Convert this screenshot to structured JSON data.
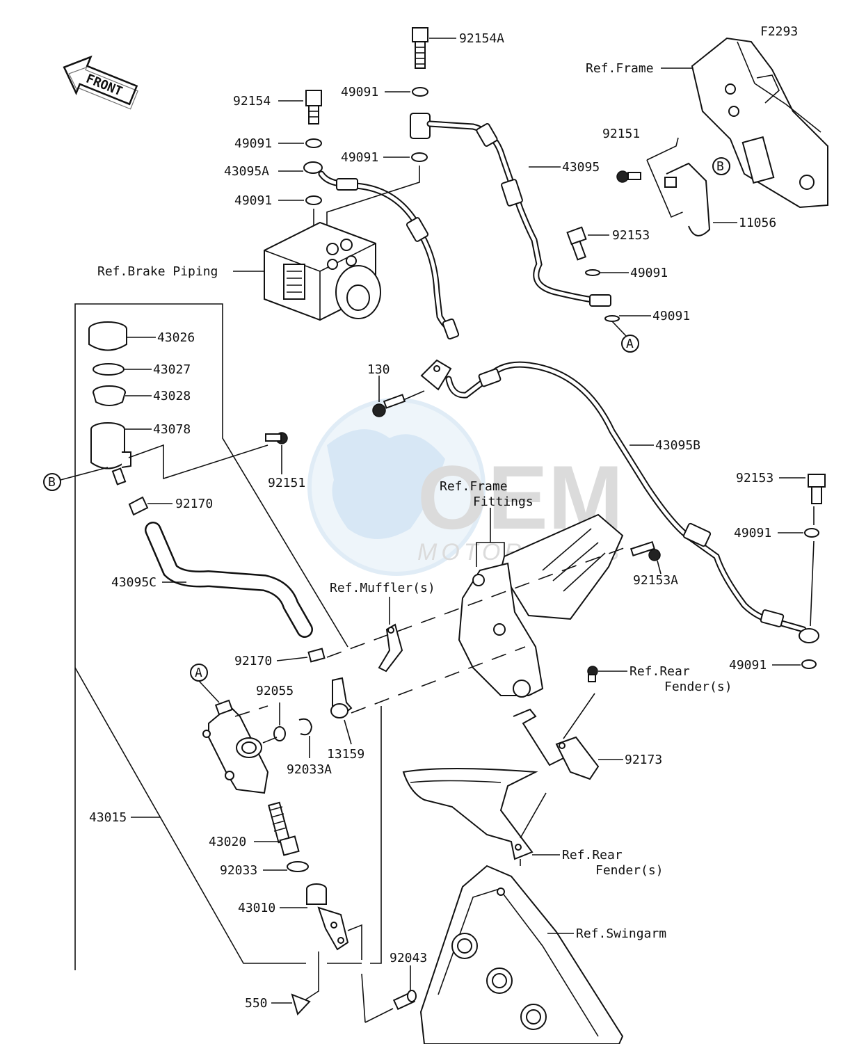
{
  "diagram": {
    "code": "F2293",
    "front_label": "FRONT",
    "watermark": {
      "brand": "OEM",
      "sub": "MOTORPARTS"
    },
    "circle_markers": [
      "A",
      "B"
    ],
    "parts": {
      "p92154A": "92154A",
      "p49091_a": "49091",
      "p92154": "92154",
      "p49091_b": "49091",
      "p49091_c": "49091",
      "p43095A": "43095A",
      "p49091_d": "49091",
      "p43095": "43095",
      "p92151_a": "92151",
      "p11056": "11056",
      "p92153_a": "92153",
      "p49091_e": "49091",
      "p49091_f": "49091",
      "p130": "130",
      "p43026": "43026",
      "p43027": "43027",
      "p43028": "43028",
      "p43078": "43078",
      "p92151_b": "92151",
      "p92170_a": "92170",
      "p43095B": "43095B",
      "p92153_b": "92153",
      "p49091_g": "49091",
      "p92153A": "92153A",
      "p49091_h": "49091",
      "p43095C": "43095C",
      "p92170_b": "92170",
      "p92055": "92055",
      "p92033A": "92033A",
      "p13159": "13159",
      "p92173": "92173",
      "p43015": "43015",
      "p43020": "43020",
      "p92033": "92033",
      "p43010": "43010",
      "p92043": "92043",
      "p550": "550"
    },
    "refs": {
      "frame": "Ref.Frame",
      "brake_piping": "Ref.Brake Piping",
      "frame_fittings_1": "Ref.Frame",
      "frame_fittings_2": "Fittings",
      "mufflers": "Ref.Muffler(s)",
      "rear_fender_a1": "Ref.Rear",
      "rear_fender_a2": "Fender(s)",
      "rear_fender_b1": "Ref.Rear",
      "rear_fender_b2": "Fender(s)",
      "swingarm": "Ref.Swingarm"
    }
  }
}
